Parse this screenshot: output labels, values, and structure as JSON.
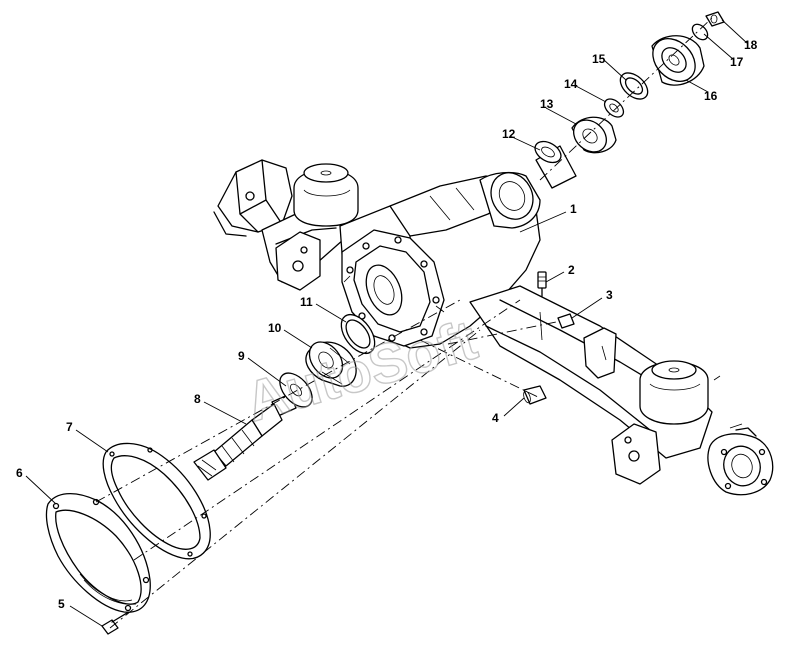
{
  "diagram": {
    "watermark": "AutoSoft",
    "callouts": [
      {
        "id": "1",
        "text": "1"
      },
      {
        "id": "2",
        "text": "2"
      },
      {
        "id": "3",
        "text": "3"
      },
      {
        "id": "4",
        "text": "4"
      },
      {
        "id": "5",
        "text": "5"
      },
      {
        "id": "6",
        "text": "6"
      },
      {
        "id": "7",
        "text": "7"
      },
      {
        "id": "8",
        "text": "8"
      },
      {
        "id": "9",
        "text": "9"
      },
      {
        "id": "10",
        "text": "10"
      },
      {
        "id": "11",
        "text": "11"
      },
      {
        "id": "12",
        "text": "12"
      },
      {
        "id": "13",
        "text": "13"
      },
      {
        "id": "14",
        "text": "14"
      },
      {
        "id": "15",
        "text": "15"
      },
      {
        "id": "16",
        "text": "16"
      },
      {
        "id": "17",
        "text": "17"
      },
      {
        "id": "18",
        "text": "18"
      }
    ]
  }
}
